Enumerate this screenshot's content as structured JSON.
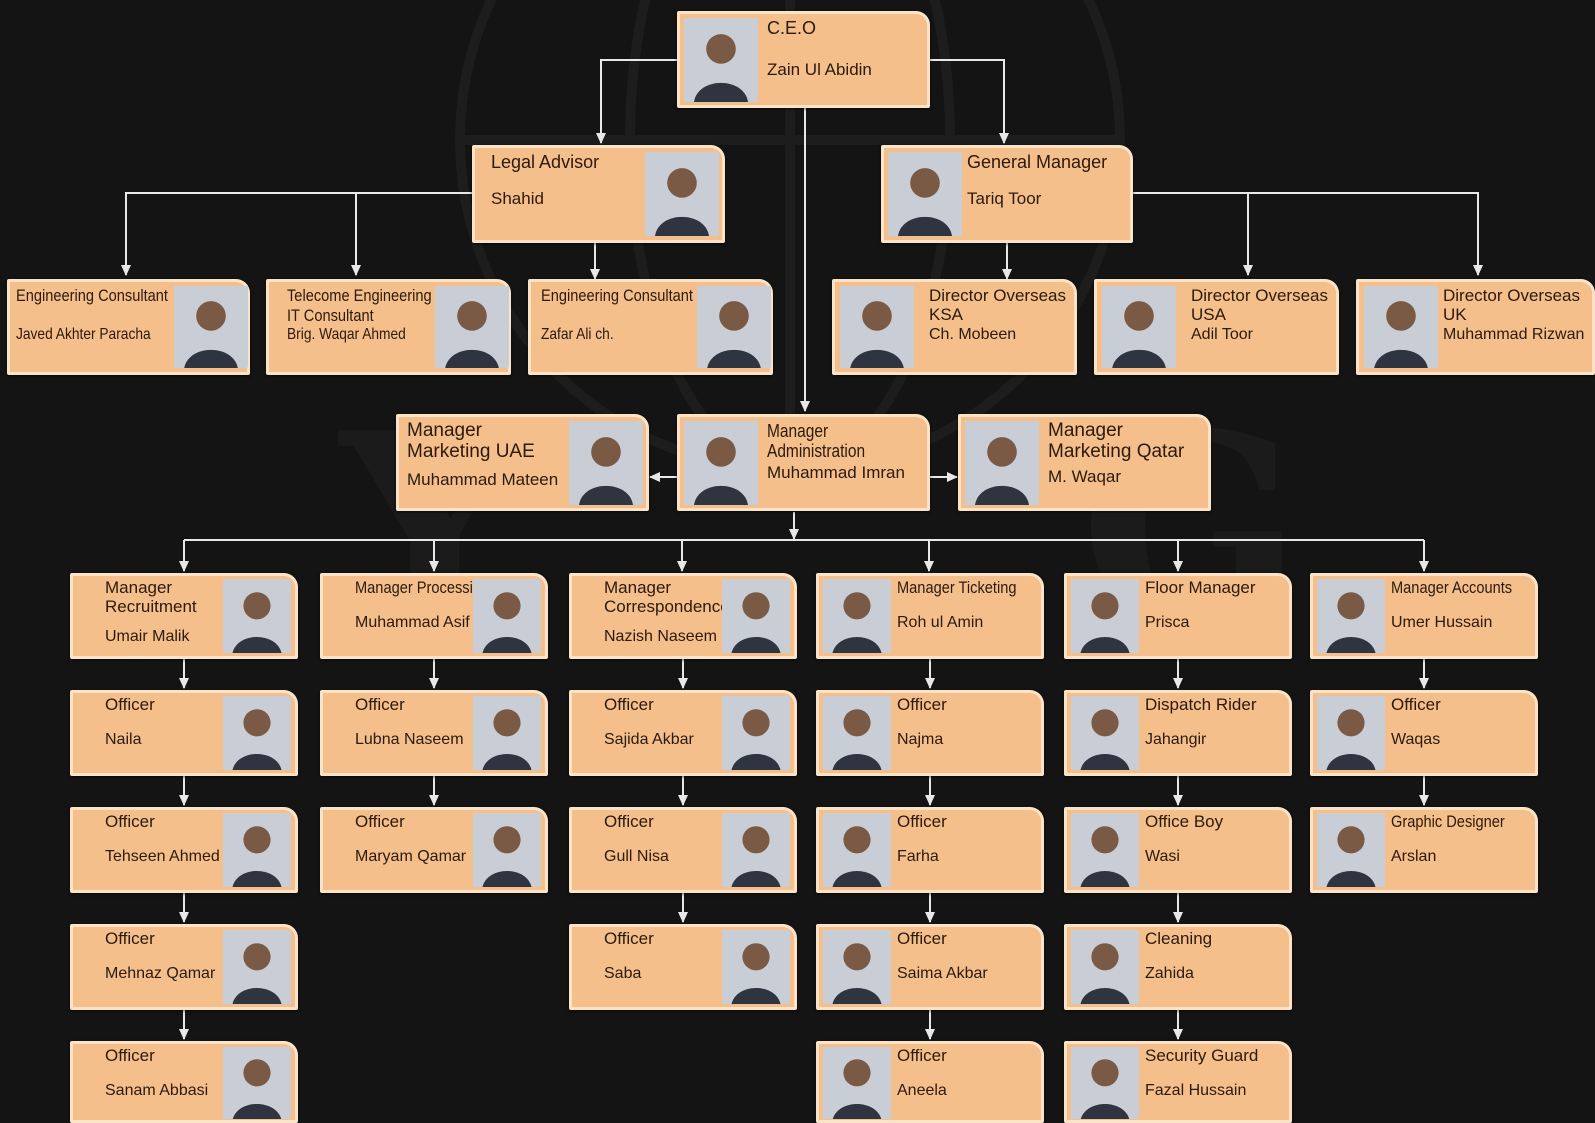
{
  "ceo": {
    "title": "C.E.O",
    "name": "Zain Ul Abidin"
  },
  "row1": [
    {
      "title": "Legal Advisor",
      "name": "Shahid"
    },
    {
      "title": "General Manager",
      "name": "Tariq Toor"
    }
  ],
  "row2": [
    {
      "title": "Engineering Consultant",
      "name": "Javed Akhter Paracha"
    },
    {
      "title": "Telecome Engineering\nIT Consultant",
      "name": "Brig. Waqar Ahmed"
    },
    {
      "title": "Engineering Consultant",
      "name": "Zafar Ali ch."
    },
    {
      "title": "Director Overseas\nKSA",
      "name": "Ch. Mobeen"
    },
    {
      "title": "Director Overseas\nUSA",
      "name": "Adil Toor"
    },
    {
      "title": "Director Overseas\nUK",
      "name": "Muhammad Rizwan"
    }
  ],
  "row3": [
    {
      "title": "Manager\nMarketing UAE",
      "name": "Muhammad Mateen"
    },
    {
      "title": "Manager Administration",
      "name": "Muhammad Imran"
    },
    {
      "title": "Manager\nMarketing Qatar",
      "name": "M. Waqar"
    }
  ],
  "col1": [
    {
      "title": "Manager\nRecruitment",
      "name": "Umair Malik"
    },
    {
      "title": "Officer",
      "name": "Naila"
    },
    {
      "title": "Officer",
      "name": "Tehseen Ahmed"
    },
    {
      "title": "Officer",
      "name": "Mehnaz Qamar"
    },
    {
      "title": "Officer",
      "name": "Sanam Abbasi"
    }
  ],
  "col2": [
    {
      "title": "Manager Processing",
      "name": "Muhammad Asif"
    },
    {
      "title": "Officer",
      "name": "Lubna Naseem"
    },
    {
      "title": "Officer",
      "name": "Maryam Qamar"
    }
  ],
  "col3": [
    {
      "title": "Manager\nCorrespondence",
      "name": "Nazish Naseem"
    },
    {
      "title": "Officer",
      "name": "Sajida Akbar"
    },
    {
      "title": "Officer",
      "name": "Gull Nisa"
    },
    {
      "title": "Officer",
      "name": "Saba"
    }
  ],
  "col4": [
    {
      "title": "Manager Ticketing",
      "name": "Roh ul Amin"
    },
    {
      "title": "Officer",
      "name": "Najma"
    },
    {
      "title": "Officer",
      "name": "Farha"
    },
    {
      "title": "Officer",
      "name": "Saima Akbar"
    },
    {
      "title": "Officer",
      "name": "Aneela"
    }
  ],
  "col5": [
    {
      "title": "Floor Manager",
      "name": "Prisca"
    },
    {
      "title": "Dispatch Rider",
      "name": "Jahangir"
    },
    {
      "title": "Office Boy",
      "name": "Wasi"
    },
    {
      "title": "Cleaning",
      "name": "Zahida"
    },
    {
      "title": "Security Guard",
      "name": "Fazal Hussain"
    }
  ],
  "col6": [
    {
      "title": "Manager Accounts",
      "name": "Umer Hussain"
    },
    {
      "title": "Officer",
      "name": "Waqas"
    },
    {
      "title": "Graphic Designer",
      "name": "Arslan"
    }
  ],
  "colors": {
    "background": "#141414",
    "card_fill": "#f4bf8a",
    "card_border": "#fbe3c8",
    "connector": "#e8e8e8",
    "text": "#2b1a0e"
  }
}
